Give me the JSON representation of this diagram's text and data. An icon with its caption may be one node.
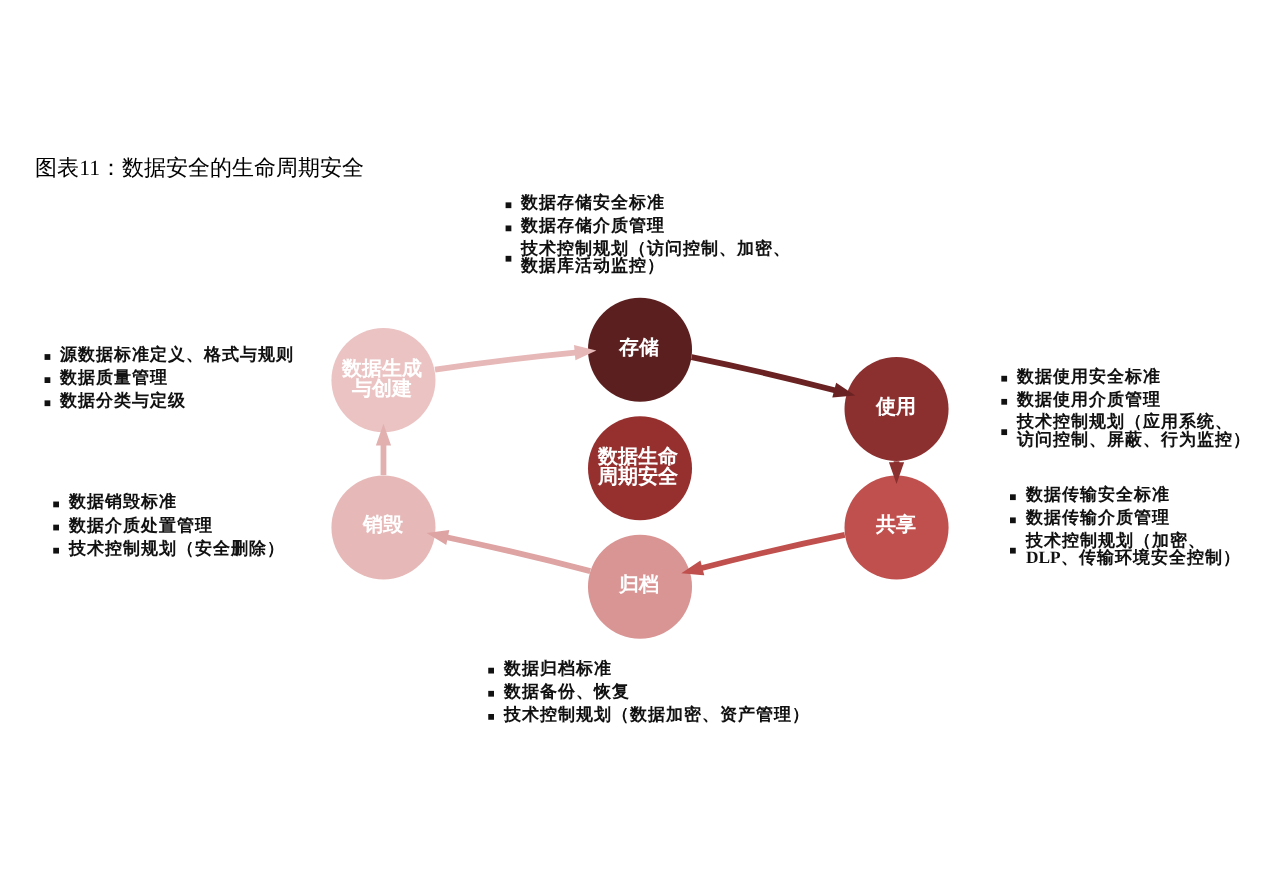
{
  "diagram": {
    "title": "图表11：数据安全的生命周期安全",
    "nodes": [
      {
        "text": [
          "数据生成与创建"
        ],
        "beside": [
          "源数据标准定义、格式与规则",
          "数据质量管理",
          "数据分类与定级"
        ]
      },
      {
        "text": [
          "存储"
        ],
        "beside": [
          "数据存储安全标准",
          "数据存储介质管理",
          "技术控制规划（访问控制、加密、数据库活动监控）"
        ]
      },
      {
        "text": [
          "使用"
        ],
        "beside": [
          "数据使用安全标准",
          "数据使用介质管理",
          "技术控制规划（应用系统、访问控制、屏蔽、行为监控）"
        ]
      },
      {
        "text": [
          "共享"
        ],
        "beside": [
          "数据传输安全标准",
          "数据传输介质管理",
          "技术控制规划（加密、DLP、传输环境安全控制）"
        ]
      },
      {
        "text": [
          "归档"
        ],
        "beside": [
          "数据归档标准",
          "数据备份、恢复",
          "技术控制规划（数据加密、资产管理）"
        ]
      },
      {
        "text": [
          "销毁"
        ],
        "beside": [
          "数据销毁标准",
          "数据介质处置管理",
          "技术控制规划（安全删除）"
        ]
      },
      {
        "text": [
          "数据生命周期安全"
        ]
      }
    ],
    "edges": [
      {
        "from": 0,
        "to": 1,
        "arrow": "to",
        "color": "#e6b8b8"
      },
      {
        "from": 1,
        "to": 2,
        "arrow": "to",
        "color": "#6a2222"
      },
      {
        "from": 2,
        "to": 3,
        "arrow": "to",
        "color": "#8c2f2f"
      },
      {
        "from": 3,
        "to": 4,
        "arrow": "to",
        "color": "#c0504d"
      },
      {
        "from": 4,
        "to": 5,
        "arrow": "to",
        "color": "#dea3a3"
      },
      {
        "from": 5,
        "to": 0,
        "arrow": "to",
        "color": "#e3b0b0"
      }
    ]
  }
}
